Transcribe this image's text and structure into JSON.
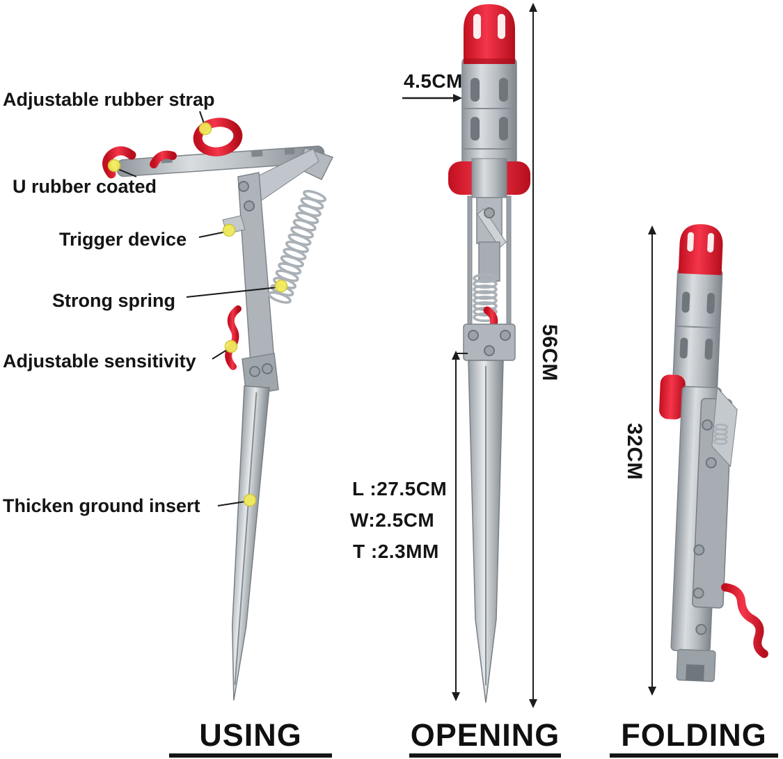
{
  "callouts": [
    {
      "label": "Adjustable rubber strap"
    },
    {
      "label": "U rubber coated"
    },
    {
      "label": "Trigger device"
    },
    {
      "label": "Strong spring"
    },
    {
      "label": "Adjustable sensitivity"
    },
    {
      "label": "Thicken ground insert"
    }
  ],
  "dimensions": {
    "tube_width": "4.5CM",
    "open_height": "56CM",
    "insert_length": "L :27.5CM",
    "insert_width": "W:2.5CM",
    "insert_thickness": "T :2.3MM",
    "folded_height": "32CM"
  },
  "views": [
    {
      "label": "USING"
    },
    {
      "label": "OPENING"
    },
    {
      "label": "FOLDING"
    }
  ],
  "colors": {
    "accent_red": "#e31f2b",
    "metal_gray": "#aab1b7",
    "marker_yellow": "#f2ea5c",
    "text_black": "#111111"
  }
}
